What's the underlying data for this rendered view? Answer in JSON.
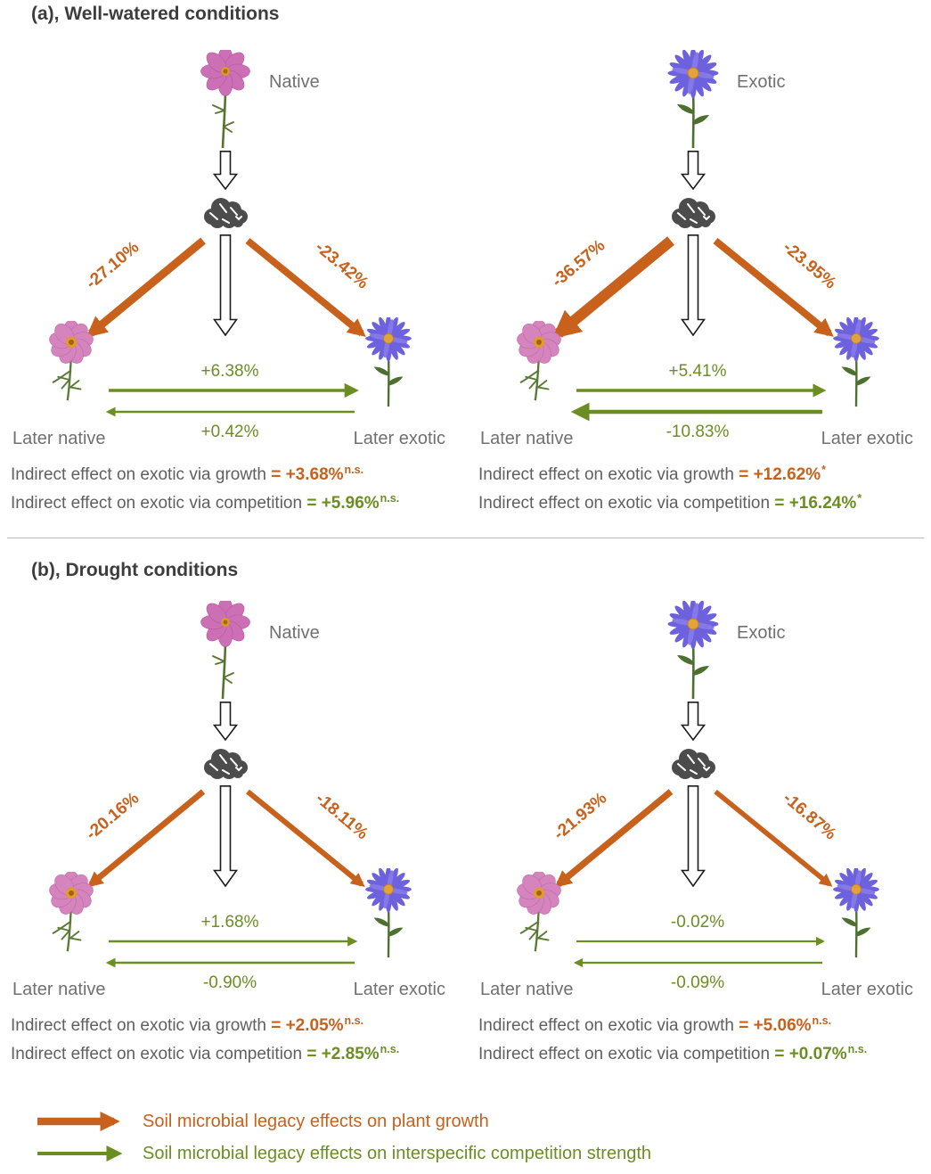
{
  "panels": [
    {
      "title": "(a), Well-watered conditions",
      "diagrams": [
        {
          "top_label": "Native",
          "growth_left": "-27.10%",
          "growth_right": "-23.42%",
          "comp_top": "+6.38%",
          "comp_bottom": "+0.42%",
          "later_native_label": "Later native",
          "later_exotic_label": "Later exotic",
          "indirect": [
            {
              "label": "Indirect effect on exotic via growth",
              "value": "= +3.68%",
              "sig": "n.s."
            },
            {
              "label": "Indirect effect on exotic via competition",
              "value": "= +5.96%",
              "sig": "n.s."
            }
          ]
        },
        {
          "top_label": "Exotic",
          "growth_left": "-36.57%",
          "growth_right": "-23.95%",
          "comp_top": "+5.41%",
          "comp_bottom": "-10.83%",
          "later_native_label": "Later native",
          "later_exotic_label": "Later exotic",
          "indirect": [
            {
              "label": "Indirect effect on exotic via growth",
              "value": "= +12.62%",
              "sig": "*"
            },
            {
              "label": "Indirect effect on exotic via competition",
              "value": "= +16.24%",
              "sig": "*"
            }
          ]
        }
      ]
    },
    {
      "title": "(b), Drought conditions",
      "diagrams": [
        {
          "top_label": "Native",
          "growth_left": "-20.16%",
          "growth_right": "-18.11%",
          "comp_top": "+1.68%",
          "comp_bottom": "-0.90%",
          "later_native_label": "Later native",
          "later_exotic_label": "Later exotic",
          "indirect": [
            {
              "label": "Indirect effect on exotic via growth",
              "value": "= +2.05%",
              "sig": "n.s."
            },
            {
              "label": "Indirect effect on exotic via competition",
              "value": "= +2.85%",
              "sig": "n.s."
            }
          ]
        },
        {
          "top_label": "Exotic",
          "growth_left": "-21.93%",
          "growth_right": "-16.87%",
          "comp_top": "-0.02%",
          "comp_bottom": "-0.09%",
          "later_native_label": "Later native",
          "later_exotic_label": "Later exotic",
          "indirect": [
            {
              "label": "Indirect effect on exotic via growth",
              "value": "= +5.06%",
              "sig": "n.s."
            },
            {
              "label": "Indirect effect on exotic via competition",
              "value": "= +0.07%",
              "sig": "n.s."
            }
          ]
        }
      ]
    }
  ],
  "legend": {
    "items": [
      {
        "label": "Soil microbial legacy effects on plant growth"
      },
      {
        "label": "Soil microbial legacy effects on interspecific competition strength"
      }
    ]
  },
  "icons": {
    "soil": "soil-microbes-icon",
    "native_plant": "pink-flower-icon",
    "exotic_plant": "blue-aster-icon"
  },
  "colors": {
    "growth_arrow": "#C8611B",
    "competition_arrow": "#6B8E23",
    "label_gray": "#707070",
    "title_gray": "#3d3d3d"
  }
}
